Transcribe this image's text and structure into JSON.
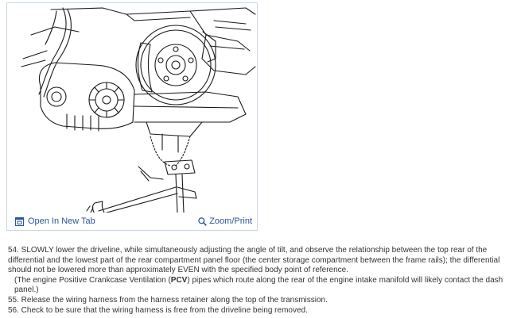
{
  "figure": {
    "open_label": "Open In New Tab",
    "zoom_label": "Zoom/Print",
    "open_icon": "new-tab-icon",
    "zoom_icon": "magnifier-icon",
    "link_color": "#2b5797",
    "border_color": "#c9d6e4"
  },
  "instructions": {
    "step54": "54. SLOWLY lower the driveline, while simultaneously adjusting the angle of tilt, and observe the relationship between the top rear of the differential and the lowest part of the rear compartment panel floor (the center storage compartment between the frame rails); the differential should not be lowered more than approximately EVEN with the specified body point of reference.",
    "note_pre": "(The engine Positive Crankcase Ventilation (",
    "note_bold": "PCV",
    "note_post": ") pipes which route along the rear of the engine intake manifold will likely contact the dash panel.)",
    "step55": "55. Release the wiring harness from the harness retainer along the top of the transmission.",
    "step56": "56. Check to be sure that the wiring harness is free from the driveline being removed."
  }
}
